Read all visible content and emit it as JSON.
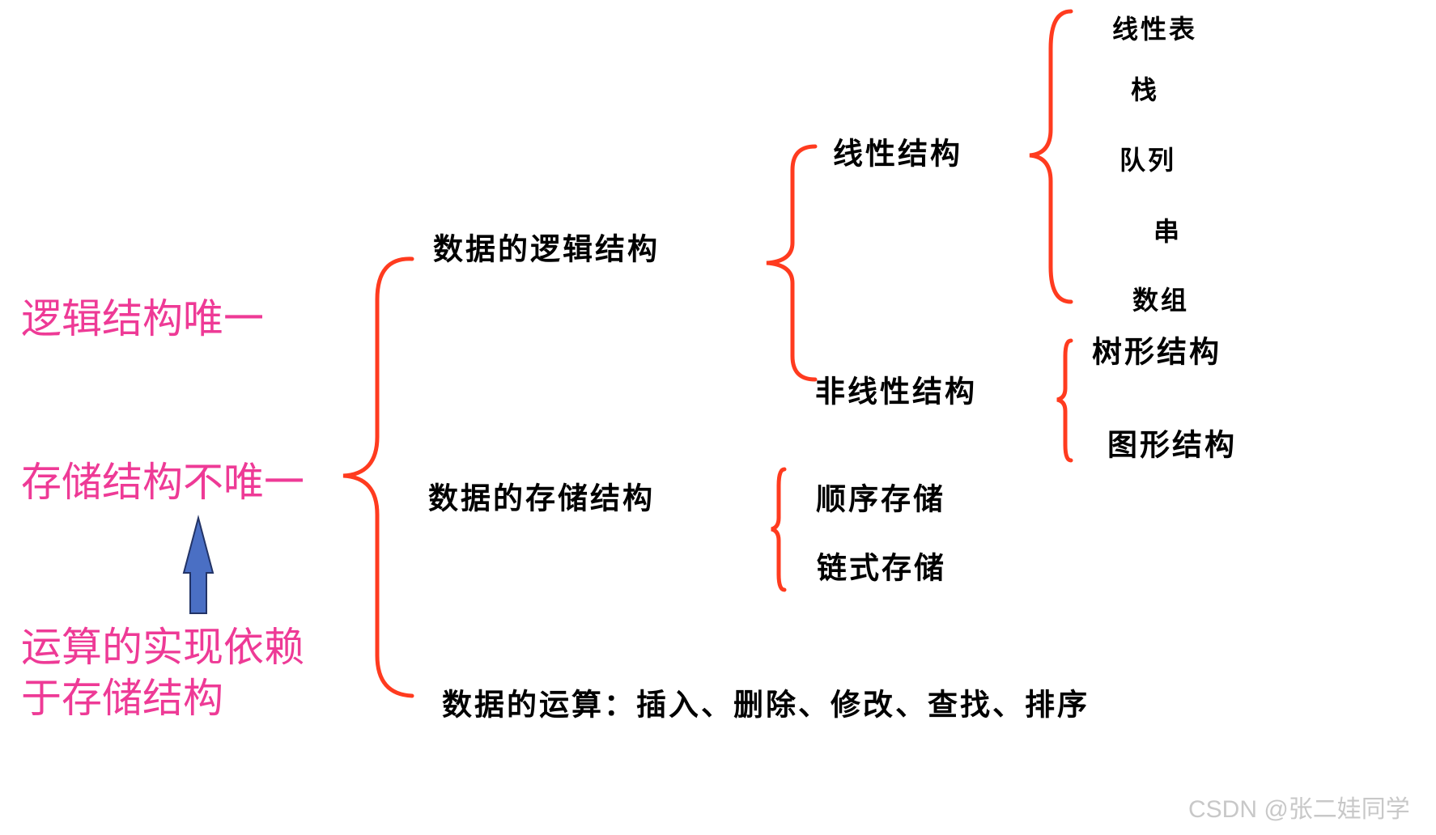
{
  "left_notes": {
    "logic_unique": "逻辑结构唯一",
    "storage_not_unique": "存储结构不唯一",
    "ops_depend_line1": "运算的实现依赖",
    "ops_depend_line2": "于存储结构"
  },
  "tree": {
    "logical": {
      "label": "数据的逻辑结构",
      "linear": {
        "label": "线性结构",
        "items": [
          "线性表",
          "栈",
          "队列",
          "串",
          "数组"
        ]
      },
      "nonlinear": {
        "label": "非线性结构",
        "items": [
          "树形结构",
          "图形结构"
        ]
      }
    },
    "storage": {
      "label": "数据的存储结构",
      "items": [
        "顺序存储",
        "链式存储"
      ]
    },
    "operations": "数据的运算：插入、删除、修改、查找、排序"
  },
  "colors": {
    "brace": "#ff3b1f",
    "pink_text": "#ee3a96",
    "arrow": "#4a6fc4"
  },
  "watermark": "CSDN @张二娃同学"
}
